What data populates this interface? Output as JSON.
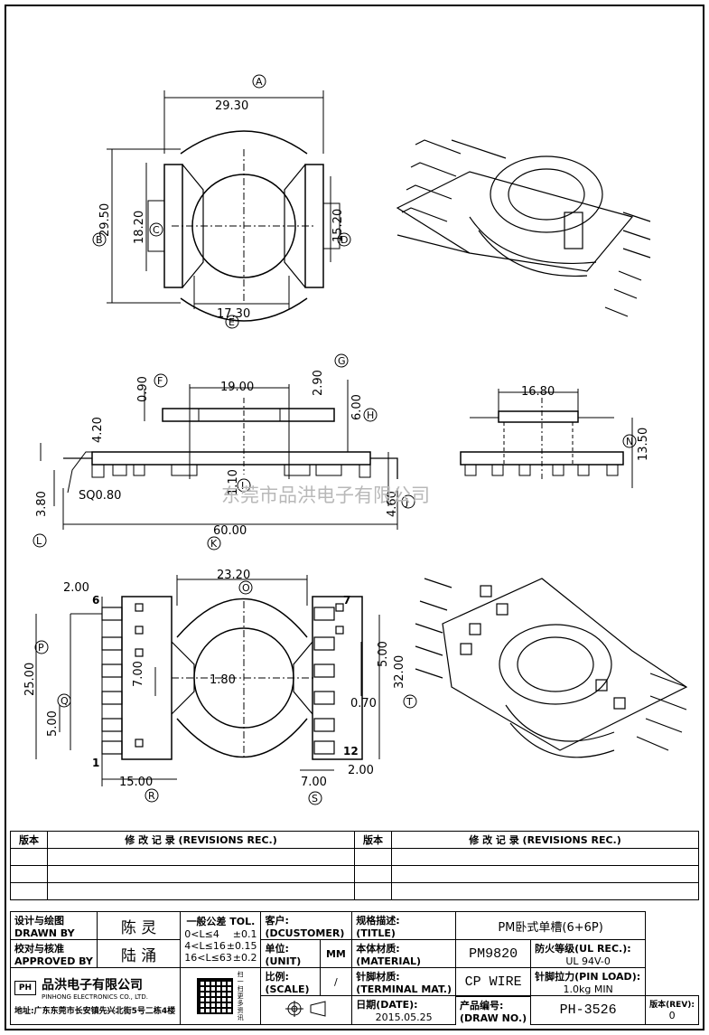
{
  "watermark": "东莞市品洪电子有限公司",
  "views": {
    "top": {
      "dims": [
        "29.30",
        "29.50",
        "18.20",
        "15.20",
        "17.30"
      ],
      "markers": [
        "A",
        "B",
        "C",
        "D",
        "E"
      ]
    },
    "side": {
      "dims": [
        "0.90",
        "19.00",
        "2.90",
        "6.00",
        "4.20",
        "1.10",
        "SQ0.80",
        "3.80",
        "60.00",
        "4.60"
      ],
      "markers": [
        "F",
        "G",
        "H",
        "I",
        "J",
        "K",
        "L"
      ]
    },
    "end": {
      "dims": [
        "16.80",
        "13.50"
      ],
      "markers": [
        "N"
      ]
    },
    "bottom": {
      "dims": [
        "2.00",
        "23.20",
        "25.00",
        "5.00",
        "7.00",
        "1.80",
        "5.00",
        "32.00",
        "0.70",
        "15.00",
        "7.00",
        "2.00"
      ],
      "markers": [
        "O",
        "P",
        "Q",
        "R",
        "S",
        "T"
      ],
      "pins": [
        "6",
        "7",
        "1",
        "12"
      ]
    }
  },
  "revisions": {
    "col_rev": "版本",
    "col_rec": "修 改 记 录 (REVISIONS REC.)"
  },
  "title_block": {
    "design_label": "设计与绘图",
    "design_label_en": "DRAWN BY",
    "designer": "陈 灵",
    "check_label": "校对与核准",
    "check_label_en": "APPROVED BY",
    "checker": "陆 涌",
    "tol_title": "一般公差 TOL.",
    "tol_rows": [
      {
        "range": "0<L≤4",
        "val": "±0.1"
      },
      {
        "range": "4<L≤16",
        "val": "±0.15"
      },
      {
        "range": "16<L≤63",
        "val": "±0.2"
      }
    ],
    "customer_label": "客户:",
    "customer_label_en": "(DCUSTOMER)",
    "unit_label": "单位:",
    "unit_label_en": "(UNIT)",
    "unit_value": "MM",
    "scale_label": "比例:",
    "scale_label_en": "(SCALE)",
    "scale_value": "/",
    "title_label": "规格描述:",
    "title_label_en": "(TITLE)",
    "title_value": "PM卧式单槽(6+6P)",
    "material_label": "本体材质:",
    "material_label_en": "(MATERIAL)",
    "material_value": "PM9820",
    "terminal_label": "针脚材质:",
    "terminal_label_en": "(TERMINAL MAT.)",
    "terminal_value": "CP WIRE",
    "date_label": "日期(DATE):",
    "date_value": "2015.05.25",
    "drawno_label": "产品编号:",
    "drawno_label_en": "(DRAW NO.)",
    "drawno_value": "PH-3526",
    "fire_label": "防火等级(UL REC.):",
    "fire_value": "UL 94V-0",
    "pinload_label": "针脚拉力(PIN LOAD):",
    "pinload_value": "1.0kg MIN",
    "rev_label": "版本(REV):",
    "rev_value": "0",
    "company_cn": "品洪电子有限公司",
    "company_en": "PINHONG ELECTRONICS CO., LTD.",
    "logo_text": "PH",
    "qr_caption": "扫一扫 更多资讯",
    "address": "地址:广东东莞市长安镇先兴北街5号二栋4楼"
  }
}
